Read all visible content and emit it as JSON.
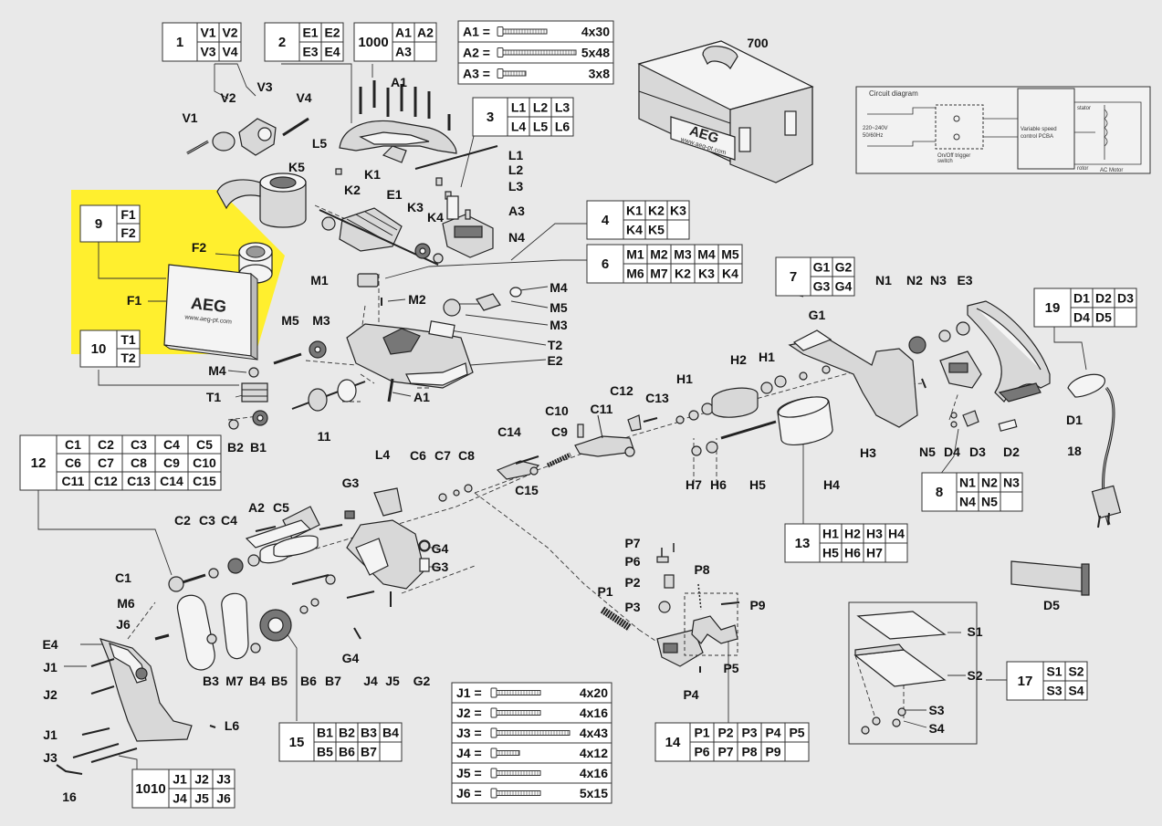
{
  "tables": [
    {
      "id": "t1",
      "num": "1",
      "cols": 2,
      "cells": [
        "V1",
        "V2",
        "V3",
        "V4"
      ]
    },
    {
      "id": "t2",
      "num": "2",
      "cols": 2,
      "cells": [
        "E1",
        "E2",
        "E3",
        "E4"
      ]
    },
    {
      "id": "t1000",
      "num": "1000",
      "cols": 2,
      "cells": [
        "A1",
        "A2",
        "A3",
        ""
      ]
    },
    {
      "id": "t3",
      "num": "3",
      "cols": 3,
      "cells": [
        "L1",
        "L2",
        "L3",
        "L4",
        "L5",
        "L6"
      ]
    },
    {
      "id": "t4",
      "num": "4",
      "cols": 3,
      "cells": [
        "K1",
        "K2",
        "K3",
        "K4",
        "K5",
        ""
      ]
    },
    {
      "id": "t6",
      "num": "6",
      "cols": 5,
      "cells": [
        "M1",
        "M2",
        "M3",
        "M4",
        "M5",
        "M6",
        "M7",
        "K2",
        "K3",
        "K4"
      ]
    },
    {
      "id": "t7",
      "num": "7",
      "cols": 2,
      "cells": [
        "G1",
        "G2",
        "G3",
        "G4"
      ]
    },
    {
      "id": "t9",
      "num": "9",
      "cols": 1,
      "cells": [
        "F1",
        "F2"
      ]
    },
    {
      "id": "t10",
      "num": "10",
      "cols": 1,
      "cells": [
        "T1",
        "T2"
      ]
    },
    {
      "id": "t19",
      "num": "19",
      "cols": 3,
      "cells": [
        "D1",
        "D2",
        "D3",
        "D4",
        "D5",
        ""
      ]
    },
    {
      "id": "t12",
      "num": "12",
      "cols": 5,
      "cells": [
        "C1",
        "C2",
        "C3",
        "C4",
        "C5",
        "C6",
        "C7",
        "C8",
        "C9",
        "C10",
        "C11",
        "C12",
        "C13",
        "C14",
        "C15"
      ]
    },
    {
      "id": "t8",
      "num": "8",
      "cols": 3,
      "cells": [
        "N1",
        "N2",
        "N3",
        "N4",
        "N5",
        ""
      ]
    },
    {
      "id": "t13",
      "num": "13",
      "cols": 4,
      "cells": [
        "H1",
        "H2",
        "H3",
        "H4",
        "H5",
        "H6",
        "H7",
        ""
      ]
    },
    {
      "id": "t17",
      "num": "17",
      "cols": 2,
      "cells": [
        "S1",
        "S2",
        "S3",
        "S4"
      ]
    },
    {
      "id": "t14",
      "num": "14",
      "cols": 5,
      "cells": [
        "P1",
        "P2",
        "P3",
        "P4",
        "P5",
        "P6",
        "P7",
        "P8",
        "P9",
        ""
      ]
    },
    {
      "id": "t15",
      "num": "15",
      "cols": 4,
      "cells": [
        "B1",
        "B2",
        "B3",
        "B4",
        "B5",
        "B6",
        "B7",
        ""
      ]
    },
    {
      "id": "t1010",
      "num": "1010",
      "cols": 3,
      "cells": [
        "J1",
        "J2",
        "J3",
        "J4",
        "J5",
        "J6"
      ]
    }
  ],
  "screws_a": [
    {
      "code": "A1 =",
      "size": "4x30"
    },
    {
      "code": "A2 =",
      "size": "5x48"
    },
    {
      "code": "A3 =",
      "size": "3x8"
    }
  ],
  "screws_j": [
    {
      "code": "J1 =",
      "size": "4x20"
    },
    {
      "code": "J2 =",
      "size": "4x16"
    },
    {
      "code": "J3 =",
      "size": "4x43"
    },
    {
      "code": "J4 =",
      "size": "4x12"
    },
    {
      "code": "J5 =",
      "size": "4x16"
    },
    {
      "code": "J6 =",
      "size": "5x15"
    }
  ],
  "case_label": "700",
  "brand": "AEG",
  "brand_url": "www.aeg-pt.com",
  "circuit": {
    "title": "Circuit diagram",
    "supply": "220~240V",
    "freq": "50/60Hz",
    "switch": "On/Off trigger",
    "switch2": "switch",
    "pcba": "Variable speed",
    "pcba2": "control PCBA",
    "stator": "stator",
    "rotor": "rotor",
    "motor": "AC Motor"
  },
  "labels": [
    "V1",
    "V2",
    "V3",
    "V4",
    "A1",
    "L5",
    "L1",
    "L2",
    "L3",
    "A3",
    "K5",
    "K1",
    "K2",
    "K3",
    "K4",
    "E1",
    "N4",
    "F2",
    "F1",
    "M1",
    "M2",
    "M4",
    "M5",
    "M3",
    "M5",
    "M3",
    "T2",
    "E2",
    "M4",
    "A1",
    "T1",
    "11",
    "B2",
    "B1",
    "G1",
    "N1",
    "N2",
    "N3",
    "E3",
    "D1",
    "H2",
    "H1",
    "H1",
    "C12",
    "C13",
    "C10",
    "C11",
    "C14",
    "C9",
    "C15",
    "18",
    "H3",
    "N5",
    "D4",
    "D3",
    "D2",
    "H7",
    "H6",
    "H5",
    "H4",
    "L4",
    "C6",
    "C7",
    "C8",
    "G3",
    "A2",
    "C5",
    "C2",
    "C3",
    "C4",
    "C1",
    "M6",
    "J6",
    "G4",
    "G3",
    "P7",
    "P6",
    "P2",
    "P3",
    "P1",
    "P8",
    "P9",
    "P5",
    "P4",
    "E4",
    "J1",
    "J2",
    "J1",
    "J3",
    "L6",
    "16",
    "B3",
    "M7",
    "B4",
    "B5",
    "B6",
    "B7",
    "G4",
    "J4",
    "J5",
    "G2",
    "D5",
    "S1",
    "S2",
    "S3",
    "S4"
  ]
}
